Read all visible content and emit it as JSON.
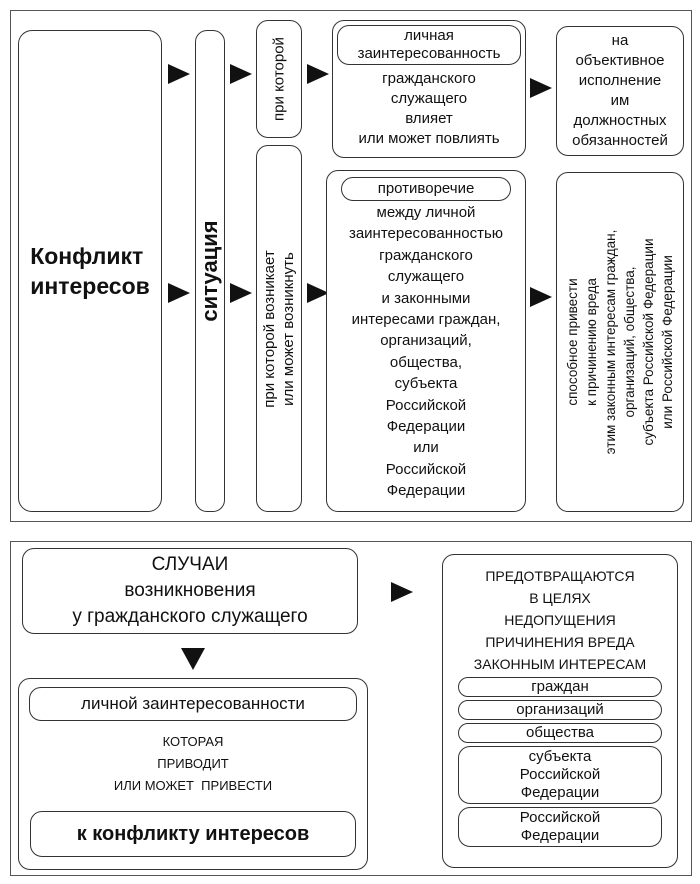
{
  "top": {
    "conflict": [
      "Конфликт",
      "интересов"
    ],
    "situation": "ситуация",
    "pri_kotoroy": "при которой",
    "pri_kotoroy_voznikaet": [
      "при которой возникает",
      "или может возникнуть"
    ],
    "interest_pill": [
      "личная",
      "заинтересованность"
    ],
    "interest_text": [
      "гражданского",
      "служащего",
      "влияет",
      "или может повлиять"
    ],
    "objective": [
      "на",
      "объективное",
      "исполнение",
      "им",
      "должностных",
      "обязанностей"
    ],
    "contradiction_pill": "противоречие",
    "contradiction_text": [
      "между личной",
      "заинтересованностью",
      "гражданского",
      "служащего",
      "и законными",
      "интересами граждан,",
      "организаций,",
      "общества,",
      "субъекта",
      "Российской",
      "Федерации",
      "или",
      "Российской",
      "Федерации"
    ],
    "harm": [
      "способное привести",
      "к причинению вреда",
      "этим законным интересам граждан,",
      "организаций, общества,",
      "субъекта Российской Федерации",
      "или Российской Федерации"
    ]
  },
  "bottom": {
    "cases": [
      "СЛУЧАИ",
      "возникновения",
      "у гражданского служащего"
    ],
    "interest_pill": "личной заинтересованности",
    "leads": [
      "КОТОРАЯ",
      "ПРИВОДИТ",
      "ИЛИ МОЖЕТ  ПРИВЕСТИ"
    ],
    "to_conflict": "к конфликту интересов",
    "prevent": [
      "ПРЕДОТВРАЩАЮТСЯ",
      "В ЦЕЛЯХ",
      "НЕДОПУЩЕНИЯ",
      "ПРИЧИНЕНИЯ ВРЕДА",
      "ЗАКОННЫМ ИНТЕРЕСАМ"
    ],
    "targets": [
      "граждан",
      "организаций",
      "общества",
      "субъекта Российской Федерации",
      "Российской Федерации"
    ],
    "target_subject": [
      "субъекта",
      "Российской",
      "Федерации"
    ],
    "target_rf": [
      "Российской",
      "Федерации"
    ]
  }
}
